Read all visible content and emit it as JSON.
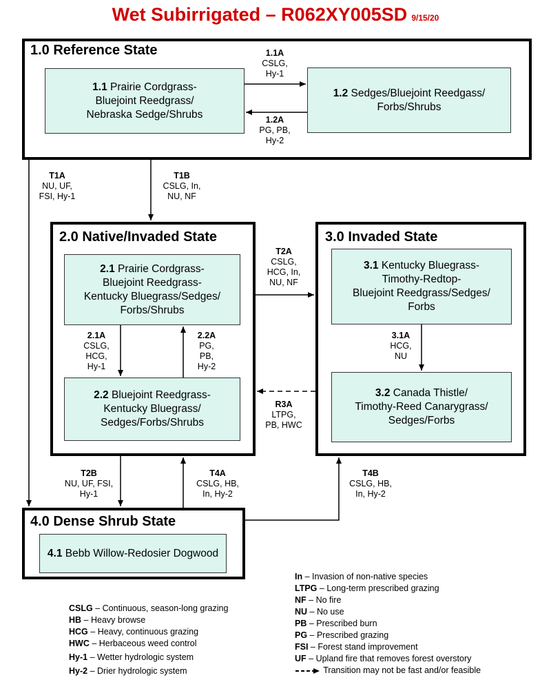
{
  "title": "Wet Subirrigated – R062XY005SD",
  "date": "9/15/20",
  "states": {
    "s1": {
      "title": "1.0 Reference State"
    },
    "s2": {
      "title": "2.0 Native/Invaded State"
    },
    "s3": {
      "title": "3.0 Invaded State"
    },
    "s4": {
      "title": "4.0 Dense Shrub State"
    }
  },
  "communities": {
    "c11": {
      "num": "1.1",
      "lines": [
        "Prairie Cordgrass-",
        "Bluejoint Reedgrass/",
        "Nebraska Sedge/Shrubs"
      ]
    },
    "c12": {
      "num": "1.2",
      "lines": [
        "Sedges/Bluejoint Reedgass/",
        "Forbs/Shrubs"
      ]
    },
    "c21": {
      "num": "2.1",
      "lines": [
        "Prairie Cordgrass-",
        "Bluejoint Reedgrass-",
        "Kentucky Bluegrass/Sedges/",
        "Forbs/Shrubs"
      ]
    },
    "c22": {
      "num": "2.2",
      "lines": [
        "Bluejoint Reedgrass-",
        "Kentucky Bluegrass/",
        "Sedges/Forbs/Shrubs"
      ]
    },
    "c31": {
      "num": "3.1",
      "lines": [
        "Kentucky Bluegrass-",
        "Timothy-Redtop-",
        "Bluejoint Reedgrass/Sedges/",
        "Forbs"
      ]
    },
    "c32": {
      "num": "3.2",
      "lines": [
        "Canada Thistle/",
        "Timothy-Reed Canarygrass/",
        "Sedges/Forbs"
      ]
    },
    "c41": {
      "num": "4.1",
      "lines": [
        "Bebb Willow-Redosier Dogwood"
      ]
    }
  },
  "transitions": {
    "p11a": {
      "code": "1.1A",
      "lines": [
        "CSLG,",
        "Hy-1"
      ]
    },
    "p12a": {
      "code": "1.2A",
      "lines": [
        "PG, PB,",
        "Hy-2"
      ]
    },
    "t1a": {
      "code": "T1A",
      "lines": [
        "NU, UF,",
        "FSI, Hy-1"
      ]
    },
    "t1b": {
      "code": "T1B",
      "lines": [
        "CSLG, In,",
        "NU, NF"
      ]
    },
    "t2a": {
      "code": "T2A",
      "lines": [
        "CSLG,",
        "HCG, In,",
        "NU, NF"
      ]
    },
    "p21a": {
      "code": "2.1A",
      "lines": [
        "CSLG,",
        "HCG,",
        "Hy-1"
      ]
    },
    "p22a": {
      "code": "2.2A",
      "lines": [
        "PG,",
        "PB,",
        "Hy-2"
      ]
    },
    "p31a": {
      "code": "3.1A",
      "lines": [
        "HCG,",
        "NU"
      ]
    },
    "r3a": {
      "code": "R3A",
      "lines": [
        "LTPG,",
        "PB, HWC"
      ]
    },
    "t2b": {
      "code": "T2B",
      "lines": [
        "NU, UF, FSI,",
        "Hy-1"
      ]
    },
    "t4a": {
      "code": "T4A",
      "lines": [
        "CSLG, HB,",
        "In, Hy-2"
      ]
    },
    "t4b": {
      "code": "T4B",
      "lines": [
        "CSLG, HB,",
        "In, Hy-2"
      ]
    }
  },
  "legend_left": [
    {
      "abbr": "CSLG",
      "desc": "Continuous, season-long grazing"
    },
    {
      "abbr": "HB",
      "desc": "Heavy browse"
    },
    {
      "abbr": "HCG",
      "desc": "Heavy, continuous grazing"
    },
    {
      "abbr": "HWC",
      "desc": "Herbaceous weed control"
    },
    {
      "abbr": "Hy-1",
      "desc": "Wetter hydrologic system"
    },
    {
      "abbr": "Hy-2",
      "desc": "Drier hydrologic system"
    }
  ],
  "legend_right": [
    {
      "abbr": "In",
      "desc": "Invasion of non-native species"
    },
    {
      "abbr": "LTPG",
      "desc": "Long-term prescribed grazing"
    },
    {
      "abbr": "NF",
      "desc": "No fire"
    },
    {
      "abbr": "NU",
      "desc": "No use"
    },
    {
      "abbr": "PB",
      "desc": "Prescribed burn"
    },
    {
      "abbr": "PG",
      "desc": "Prescribed grazing"
    },
    {
      "abbr": "FSI",
      "desc": "Forest stand improvement"
    },
    {
      "abbr": "UF",
      "desc": "Upland fire that removes forest overstory"
    }
  ],
  "legend_dashed": "Transition may not be fast and/or feasible"
}
